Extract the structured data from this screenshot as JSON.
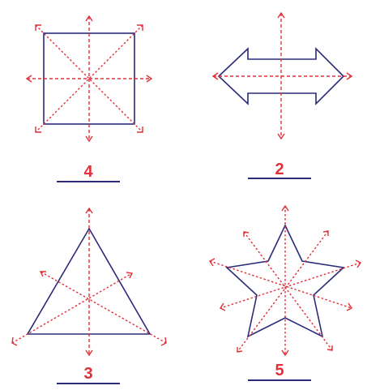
{
  "colors": {
    "shape": "#2b2b7a",
    "axis": "#e0303a",
    "answer": "#e0303a"
  },
  "panels": [
    {
      "shape": "square",
      "answer": "4"
    },
    {
      "shape": "double-arrow",
      "answer": "2"
    },
    {
      "shape": "equilateral-triangle",
      "answer": "3"
    },
    {
      "shape": "five-pointed-star",
      "answer": "5"
    }
  ]
}
